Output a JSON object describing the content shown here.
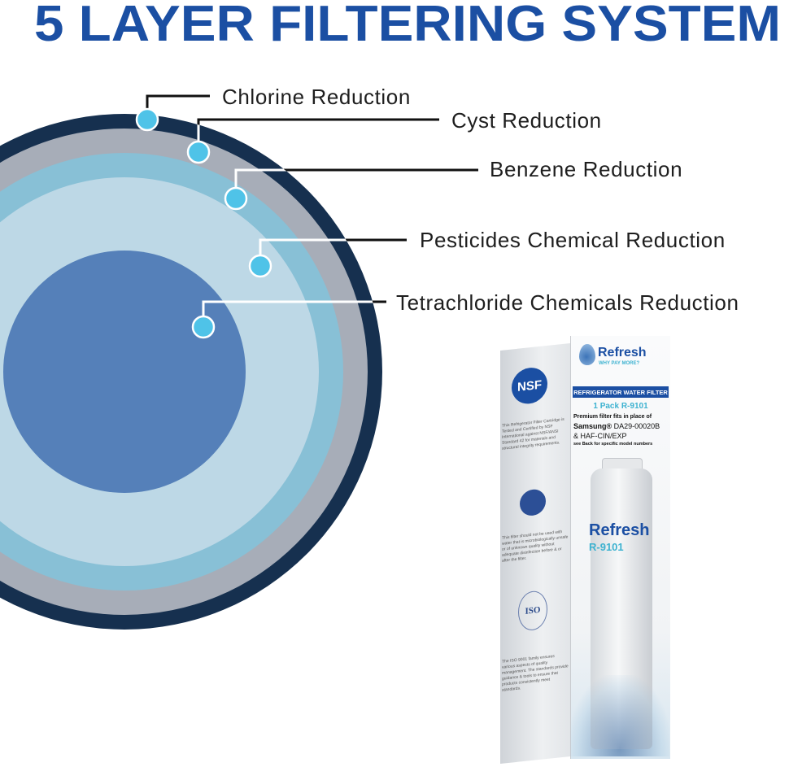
{
  "title": "5 LAYER FILTERING SYSTEM",
  "colors": {
    "title": "#1b4fa3",
    "outer_ring": "#16304f",
    "gray_ring": "#a7adb8",
    "teal_ring": "#88c0d6",
    "pale_ring": "#bdd8e6",
    "core": "#5580b9",
    "marker": "#4fc3e8"
  },
  "layers": [
    {
      "label": "Chlorine Reduction"
    },
    {
      "label": "Cyst Reduction"
    },
    {
      "label": "Benzene Reduction"
    },
    {
      "label": "Pesticides Chemical Reduction"
    },
    {
      "label": "Tetrachloride Chemicals Reduction"
    }
  ],
  "product": {
    "side_logo": "NSF",
    "side_text_1": "This Refrigerator Filter Cartridge is Tested and Certified by NSF International against NSF/ANSI Standard 42 for materials and structural integrity requirements.",
    "side_text_2": "This filter should not be used with water that is microbiologically unsafe or of unknown quality without adequate disinfection before & or after the filter.",
    "iso_logo": "ISO",
    "side_text_3": "The ISO 9001 family ensures various aspects of quality management. The standards provide guidance & tools to ensure that products consistently meet standards.",
    "brand": "Refresh",
    "tagline": "WHY PAY MORE?",
    "band": "REFRIGERATOR WATER FILTER",
    "pack": "1 Pack R-9101",
    "line1": "Premium filter fits in place of",
    "line2_bold": "Samsung®",
    "line2": " DA29-00020B",
    "line3": "& HAF-CIN/EXP",
    "line4": "see Back for specific model numbers",
    "filter_brand": "Refresh",
    "filter_model": "R-9101"
  }
}
